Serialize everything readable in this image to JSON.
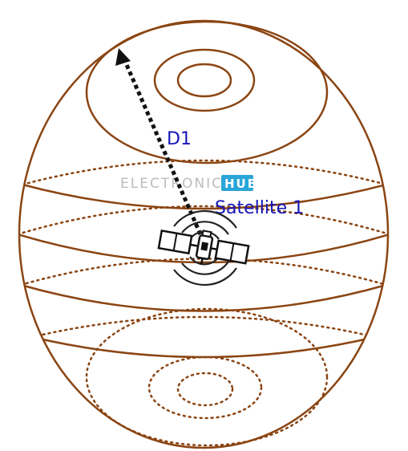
{
  "labels": {
    "distance": "D1",
    "satellite": "Satellite 1"
  },
  "watermark": {
    "left": "ELECTRONICS",
    "right": "HUB"
  },
  "icons": {
    "satellite": "satellite-icon",
    "signal": "signal-waves-icon"
  },
  "colors": {
    "globe": "#8B4513",
    "label": "#1515b8",
    "arrow": "#111111",
    "watermark_text": "#bcbcbc",
    "watermark_badge": "#2aa5d8"
  }
}
